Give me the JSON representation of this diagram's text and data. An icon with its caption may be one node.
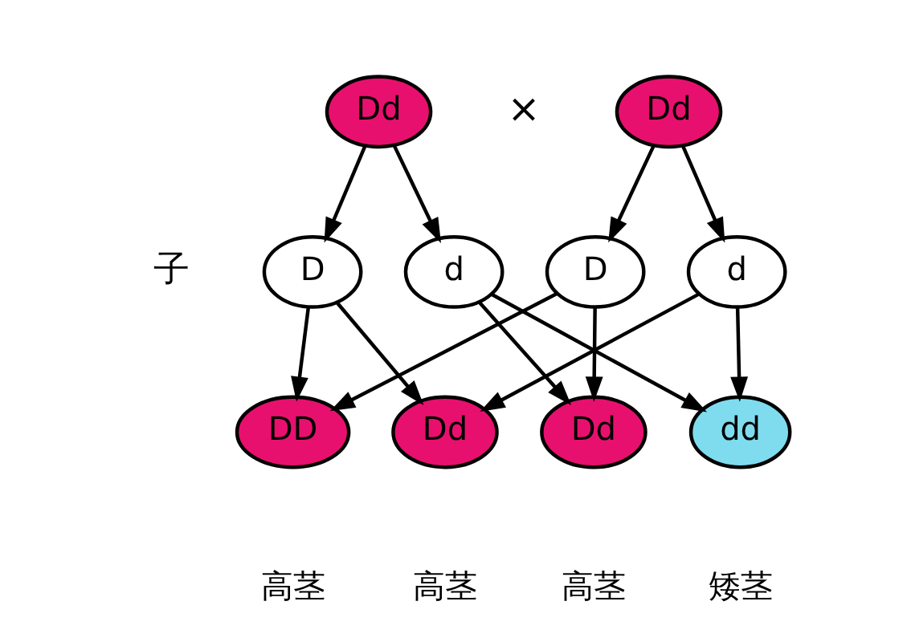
{
  "diagram": {
    "nodes": [
      {
        "text": [
          "Dd"
        ]
      },
      {
        "text": [
          "Dd"
        ]
      },
      {
        "text": [
          "D"
        ]
      },
      {
        "text": [
          "d"
        ]
      },
      {
        "text": [
          "D"
        ]
      },
      {
        "text": [
          "d"
        ]
      },
      {
        "text": [
          "DD"
        ],
        "beside": [
          "高茎"
        ]
      },
      {
        "text": [
          "Dd"
        ],
        "beside": [
          "高茎"
        ]
      },
      {
        "text": [
          "Dd"
        ],
        "beside": [
          "高茎"
        ]
      },
      {
        "text": [
          "dd"
        ],
        "beside": [
          "矮茎"
        ]
      }
    ],
    "edges": [
      {
        "from": 0,
        "to": 2,
        "arrow": "to"
      },
      {
        "from": 0,
        "to": 3,
        "arrow": "to"
      },
      {
        "from": 1,
        "to": 4,
        "arrow": "to"
      },
      {
        "from": 1,
        "to": 5,
        "arrow": "to"
      },
      {
        "from": 2,
        "to": 6,
        "arrow": "to"
      },
      {
        "from": 2,
        "to": 7,
        "arrow": "to"
      },
      {
        "from": 3,
        "to": 8,
        "arrow": "to"
      },
      {
        "from": 3,
        "to": 9,
        "arrow": "to"
      },
      {
        "from": 4,
        "to": 6,
        "arrow": "to"
      },
      {
        "from": 4,
        "to": 8,
        "arrow": "to"
      },
      {
        "from": 5,
        "to": 7,
        "arrow": "to"
      },
      {
        "from": 5,
        "to": 9,
        "arrow": "to"
      }
    ],
    "labels": [
      "×",
      "子"
    ]
  }
}
